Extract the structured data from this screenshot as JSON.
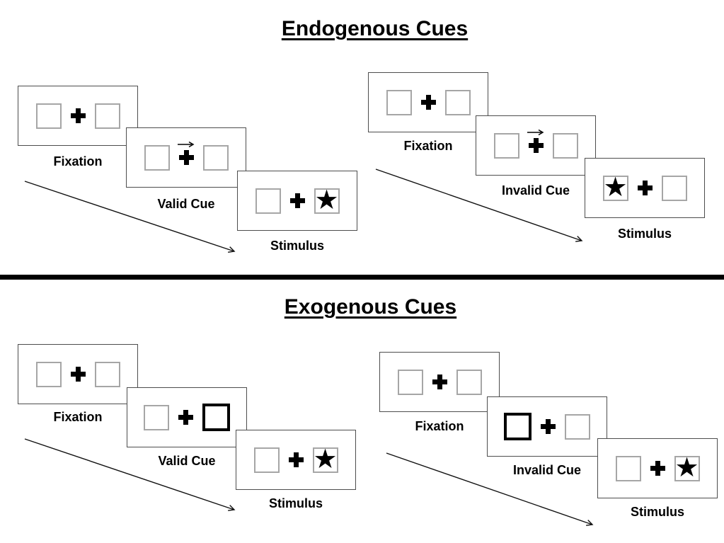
{
  "figure": {
    "description": "Posner spatial cueing task diagram comparing endogenous and exogenous cues, each with a valid-cue and an invalid-cue trial sequence of three screens",
    "background": "#ffffff",
    "divider_color": "#000000"
  },
  "symbols": {
    "star": "★",
    "plus": "+",
    "cue_arrow_direction": "right"
  },
  "sections": [
    {
      "title": "Endogenous Cues",
      "cue_style": "central arrow above fixation cross",
      "sequences": [
        {
          "name": "valid",
          "panels": [
            {
              "type": "fixation",
              "label": "Fixation",
              "left_box": "empty",
              "right_box": "empty"
            },
            {
              "type": "cue",
              "label": "Valid Cue",
              "cue": "arrow-right-above-plus",
              "left_box": "empty",
              "right_box": "empty"
            },
            {
              "type": "stimulus",
              "label": "Stimulus",
              "left_box": "empty",
              "right_box": "star"
            }
          ]
        },
        {
          "name": "invalid",
          "panels": [
            {
              "type": "fixation",
              "label": "Fixation",
              "left_box": "empty",
              "right_box": "empty"
            },
            {
              "type": "cue",
              "label": "Invalid Cue",
              "cue": "arrow-right-above-plus",
              "left_box": "empty",
              "right_box": "empty"
            },
            {
              "type": "stimulus",
              "label": "Stimulus",
              "left_box": "star",
              "right_box": "empty"
            }
          ]
        }
      ]
    },
    {
      "title": "Exogenous Cues",
      "cue_style": "peripheral box brightening (thick black outline)",
      "sequences": [
        {
          "name": "valid",
          "panels": [
            {
              "type": "fixation",
              "label": "Fixation",
              "left_box": "empty",
              "right_box": "empty"
            },
            {
              "type": "cue",
              "label": "Valid Cue",
              "cue": "thick-box-right",
              "left_box": "empty",
              "right_box": "highlighted"
            },
            {
              "type": "stimulus",
              "label": "Stimulus",
              "left_box": "empty",
              "right_box": "star"
            }
          ]
        },
        {
          "name": "invalid",
          "panels": [
            {
              "type": "fixation",
              "label": "Fixation",
              "left_box": "empty",
              "right_box": "empty"
            },
            {
              "type": "cue",
              "label": "Invalid Cue",
              "cue": "thick-box-left",
              "left_box": "highlighted",
              "right_box": "empty"
            },
            {
              "type": "stimulus",
              "label": "Stimulus",
              "left_box": "empty",
              "right_box": "star"
            }
          ]
        }
      ]
    }
  ]
}
